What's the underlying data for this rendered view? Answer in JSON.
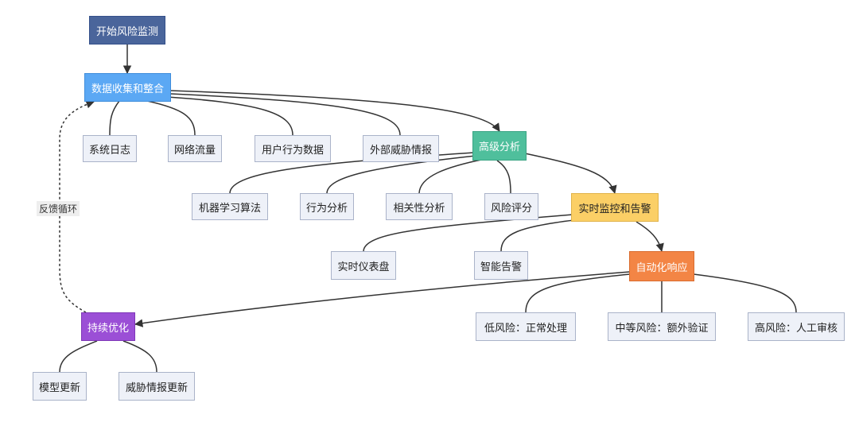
{
  "colors": {
    "start": "#4a659b",
    "collect": "#5ba8f4",
    "analysis": "#4fbf9c",
    "monitor": "#fbcf66",
    "response": "#f38545",
    "optimize": "#9b4fd6",
    "sub_fill": "#eef1f8",
    "sub_border": "#aab3c9",
    "edge": "#333333"
  },
  "nodes": {
    "start": "开始风险监测",
    "collect": "数据收集和整合",
    "syslog": "系统日志",
    "netflow": "网络流量",
    "userbehavior": "用户行为数据",
    "threatintel": "外部威胁情报",
    "analysis": "高级分析",
    "ml": "机器学习算法",
    "behavior": "行为分析",
    "correlation": "相关性分析",
    "riskscore": "风险评分",
    "monitor": "实时监控和告警",
    "dashboard": "实时仪表盘",
    "smartalert": "智能告警",
    "response": "自动化响应",
    "low": "低风险：正常处理",
    "mid": "中等风险：额外验证",
    "high": "高风险：人工审核",
    "optimize": "持续优化",
    "model": "模型更新",
    "intelupdate": "威胁情报更新"
  },
  "edges": {
    "feedback_label": "反馈循环"
  }
}
